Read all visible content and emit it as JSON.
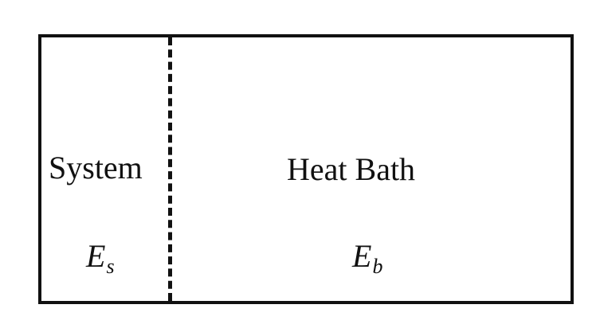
{
  "diagram": {
    "system": {
      "title": "System",
      "energy_symbol": "E",
      "energy_subscript": "s"
    },
    "bath": {
      "title": "Heat Bath",
      "energy_symbol": "E",
      "energy_subscript": "b"
    },
    "colors": {
      "line": "#111111",
      "background": "#ffffff"
    }
  }
}
